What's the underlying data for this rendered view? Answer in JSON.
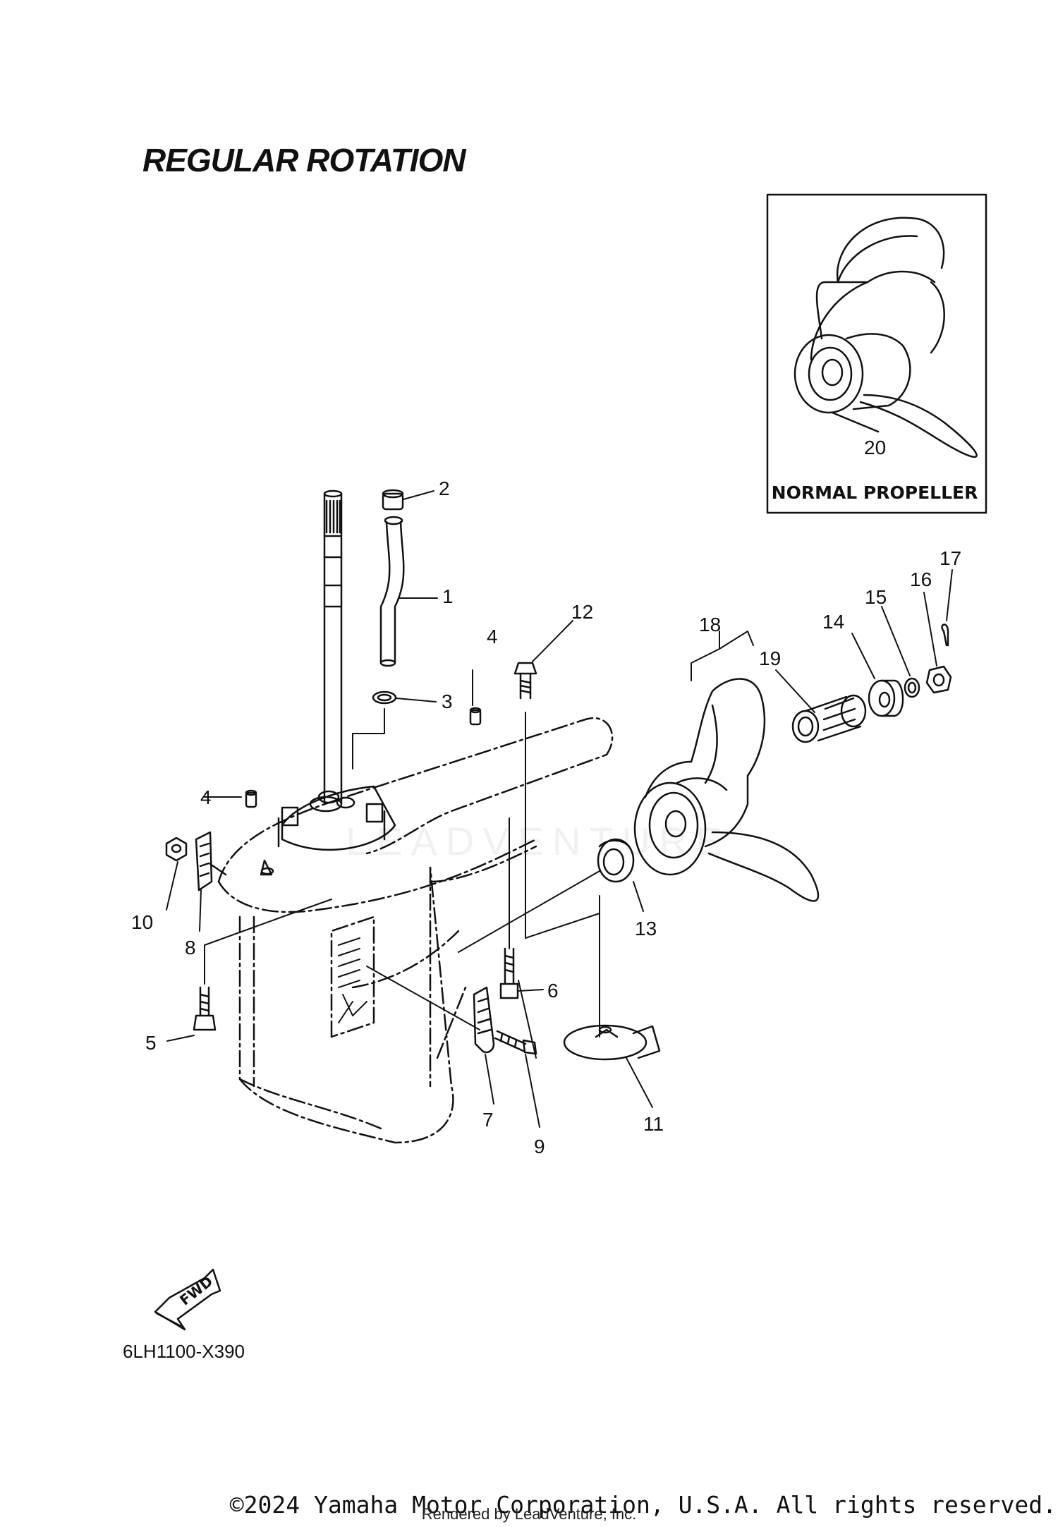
{
  "title": "REGULAR ROTATION",
  "inset": {
    "label": "NORMAL PROPELLER"
  },
  "diagram_code": "6LH1100-X390",
  "fwd_label": "FWD",
  "watermark": "LEADVENTURE",
  "footer": {
    "copyright": "©2024 Yamaha Motor Corporation, U.S.A. All rights reserved.",
    "rendered_by": "Rendered by LeadVenture, Inc."
  },
  "callouts": {
    "c1": "1",
    "c2": "2",
    "c3": "3",
    "c4a": "4",
    "c4b": "4",
    "c5": "5",
    "c6": "6",
    "c7": "7",
    "c8": "8",
    "c9": "9",
    "c10": "10",
    "c11": "11",
    "c12": "12",
    "c13": "13",
    "c14": "14",
    "c15": "15",
    "c16": "16",
    "c17": "17",
    "c18": "18",
    "c19": "19",
    "c20": "20"
  },
  "colors": {
    "line": "#111111",
    "background": "#ffffff"
  }
}
